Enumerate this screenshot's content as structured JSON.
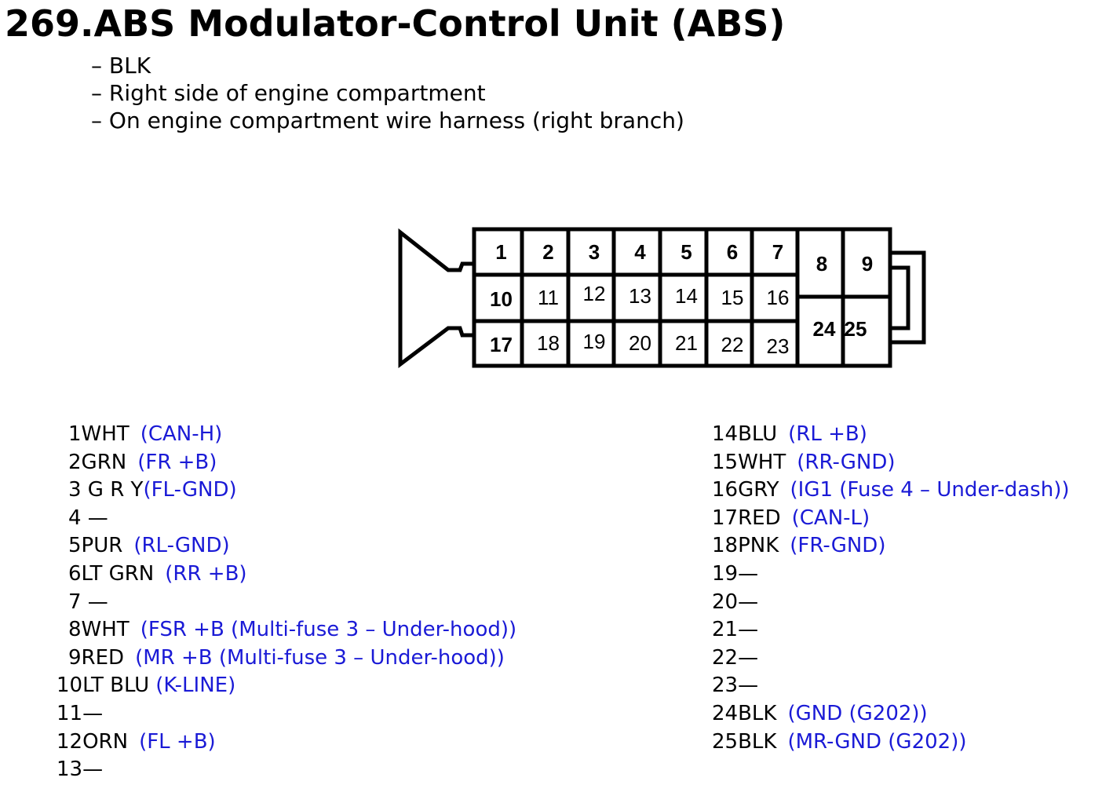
{
  "title": "269.ABS Modulator-Control Unit (ABS)",
  "notes": [
    "BLK",
    "Right side of engine compartment",
    "On engine compartment wire harness (right branch)"
  ],
  "connector": {
    "row1": [
      "1",
      "2",
      "3",
      "4",
      "5",
      "6",
      "7"
    ],
    "row2": [
      "10",
      "11",
      "12",
      "13",
      "14",
      "15",
      "16"
    ],
    "row3": [
      "17",
      "18",
      "19",
      "20",
      "21",
      "22",
      "23"
    ],
    "right_top": [
      "8",
      "9"
    ],
    "right_bottom": [
      "24",
      "25"
    ]
  },
  "pins_left": [
    {
      "pin": "1WHT",
      "desc": "(CAN-H)"
    },
    {
      "pin": "2GRN",
      "desc": "(FR +B)"
    },
    {
      "pin": "3 G R Y",
      "desc": "(FL-GND)"
    },
    {
      "pin": "4 —",
      "desc": ""
    },
    {
      "pin": "5PUR",
      "desc": "(RL-GND)"
    },
    {
      "pin": "6LT GRN",
      "desc": "(RR +B)"
    },
    {
      "pin": "7 —",
      "desc": ""
    },
    {
      "pin": "8WHT",
      "desc": "(FSR +B (Multi-fuse 3 – Under-hood))"
    },
    {
      "pin": "9RED",
      "desc": "(MR +B (Multi-fuse 3 – Under-hood))"
    },
    {
      "pin": "10LT BLU",
      "desc": "(K-LINE)"
    },
    {
      "pin": "11—",
      "desc": ""
    },
    {
      "pin": "12ORN",
      "desc": "(FL +B)"
    },
    {
      "pin": "13—",
      "desc": ""
    }
  ],
  "pins_right": [
    {
      "pin": "14BLU",
      "desc": "(RL +B)"
    },
    {
      "pin": "15WHT",
      "desc": "(RR-GND)"
    },
    {
      "pin": "16GRY",
      "desc": "(IG1 (Fuse 4 – Under-dash))"
    },
    {
      "pin": "17RED",
      "desc": "(CAN-L)"
    },
    {
      "pin": "18PNK",
      "desc": "(FR-GND)"
    },
    {
      "pin": "19—",
      "desc": ""
    },
    {
      "pin": "20—",
      "desc": ""
    },
    {
      "pin": "21—",
      "desc": ""
    },
    {
      "pin": "22—",
      "desc": ""
    },
    {
      "pin": "23—",
      "desc": ""
    },
    {
      "pin": "24BLK",
      "desc": "(GND (G202))"
    },
    {
      "pin": "25BLK",
      "desc": "(MR-GND (G202))"
    }
  ],
  "colors": {
    "text": "#000000",
    "wire_desc": "#1a1ad6"
  }
}
